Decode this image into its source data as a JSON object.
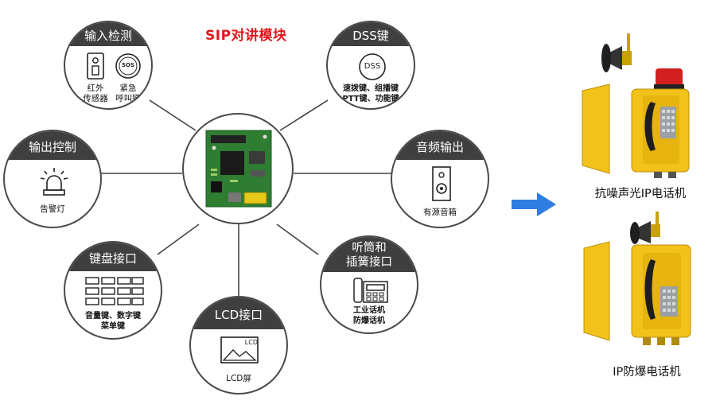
{
  "title": "SIP对讲模块",
  "modules": {
    "input_detect": {
      "title": "输入检测",
      "captions": [
        "红外",
        "传感器",
        "紧急",
        "呼叫键"
      ],
      "sos_label": "SOS"
    },
    "dss": {
      "title": "DSS键",
      "icon_label": "DSS",
      "captions": [
        "速拨键、组播键",
        "PTT键、功能键"
      ]
    },
    "output_control": {
      "title": "输出控制",
      "captions": [
        "告警灯"
      ]
    },
    "audio_output": {
      "title": "音频输出",
      "captions": [
        "有源音箱"
      ]
    },
    "keypad": {
      "title": "键盘接口",
      "captions": [
        "音量键、数字键",
        "菜单键"
      ]
    },
    "handset": {
      "title_lines": [
        "听筒和",
        "插簧接口"
      ],
      "captions": [
        "工业话机",
        "防爆话机"
      ]
    },
    "lcd": {
      "title": "LCD接口",
      "icon_label": "LCD",
      "captions": [
        "LCD屏"
      ]
    }
  },
  "products": [
    {
      "label": "抗噪声光IP电话机"
    },
    {
      "label": "IP防爆电话机"
    }
  ],
  "colors": {
    "accent_red": "#e0161d",
    "header_dark": "#3f3f3f",
    "arrow_blue": "#2f7de0",
    "phone_yellow": "#f2c21a",
    "pcb_green": "#2e7d32"
  }
}
